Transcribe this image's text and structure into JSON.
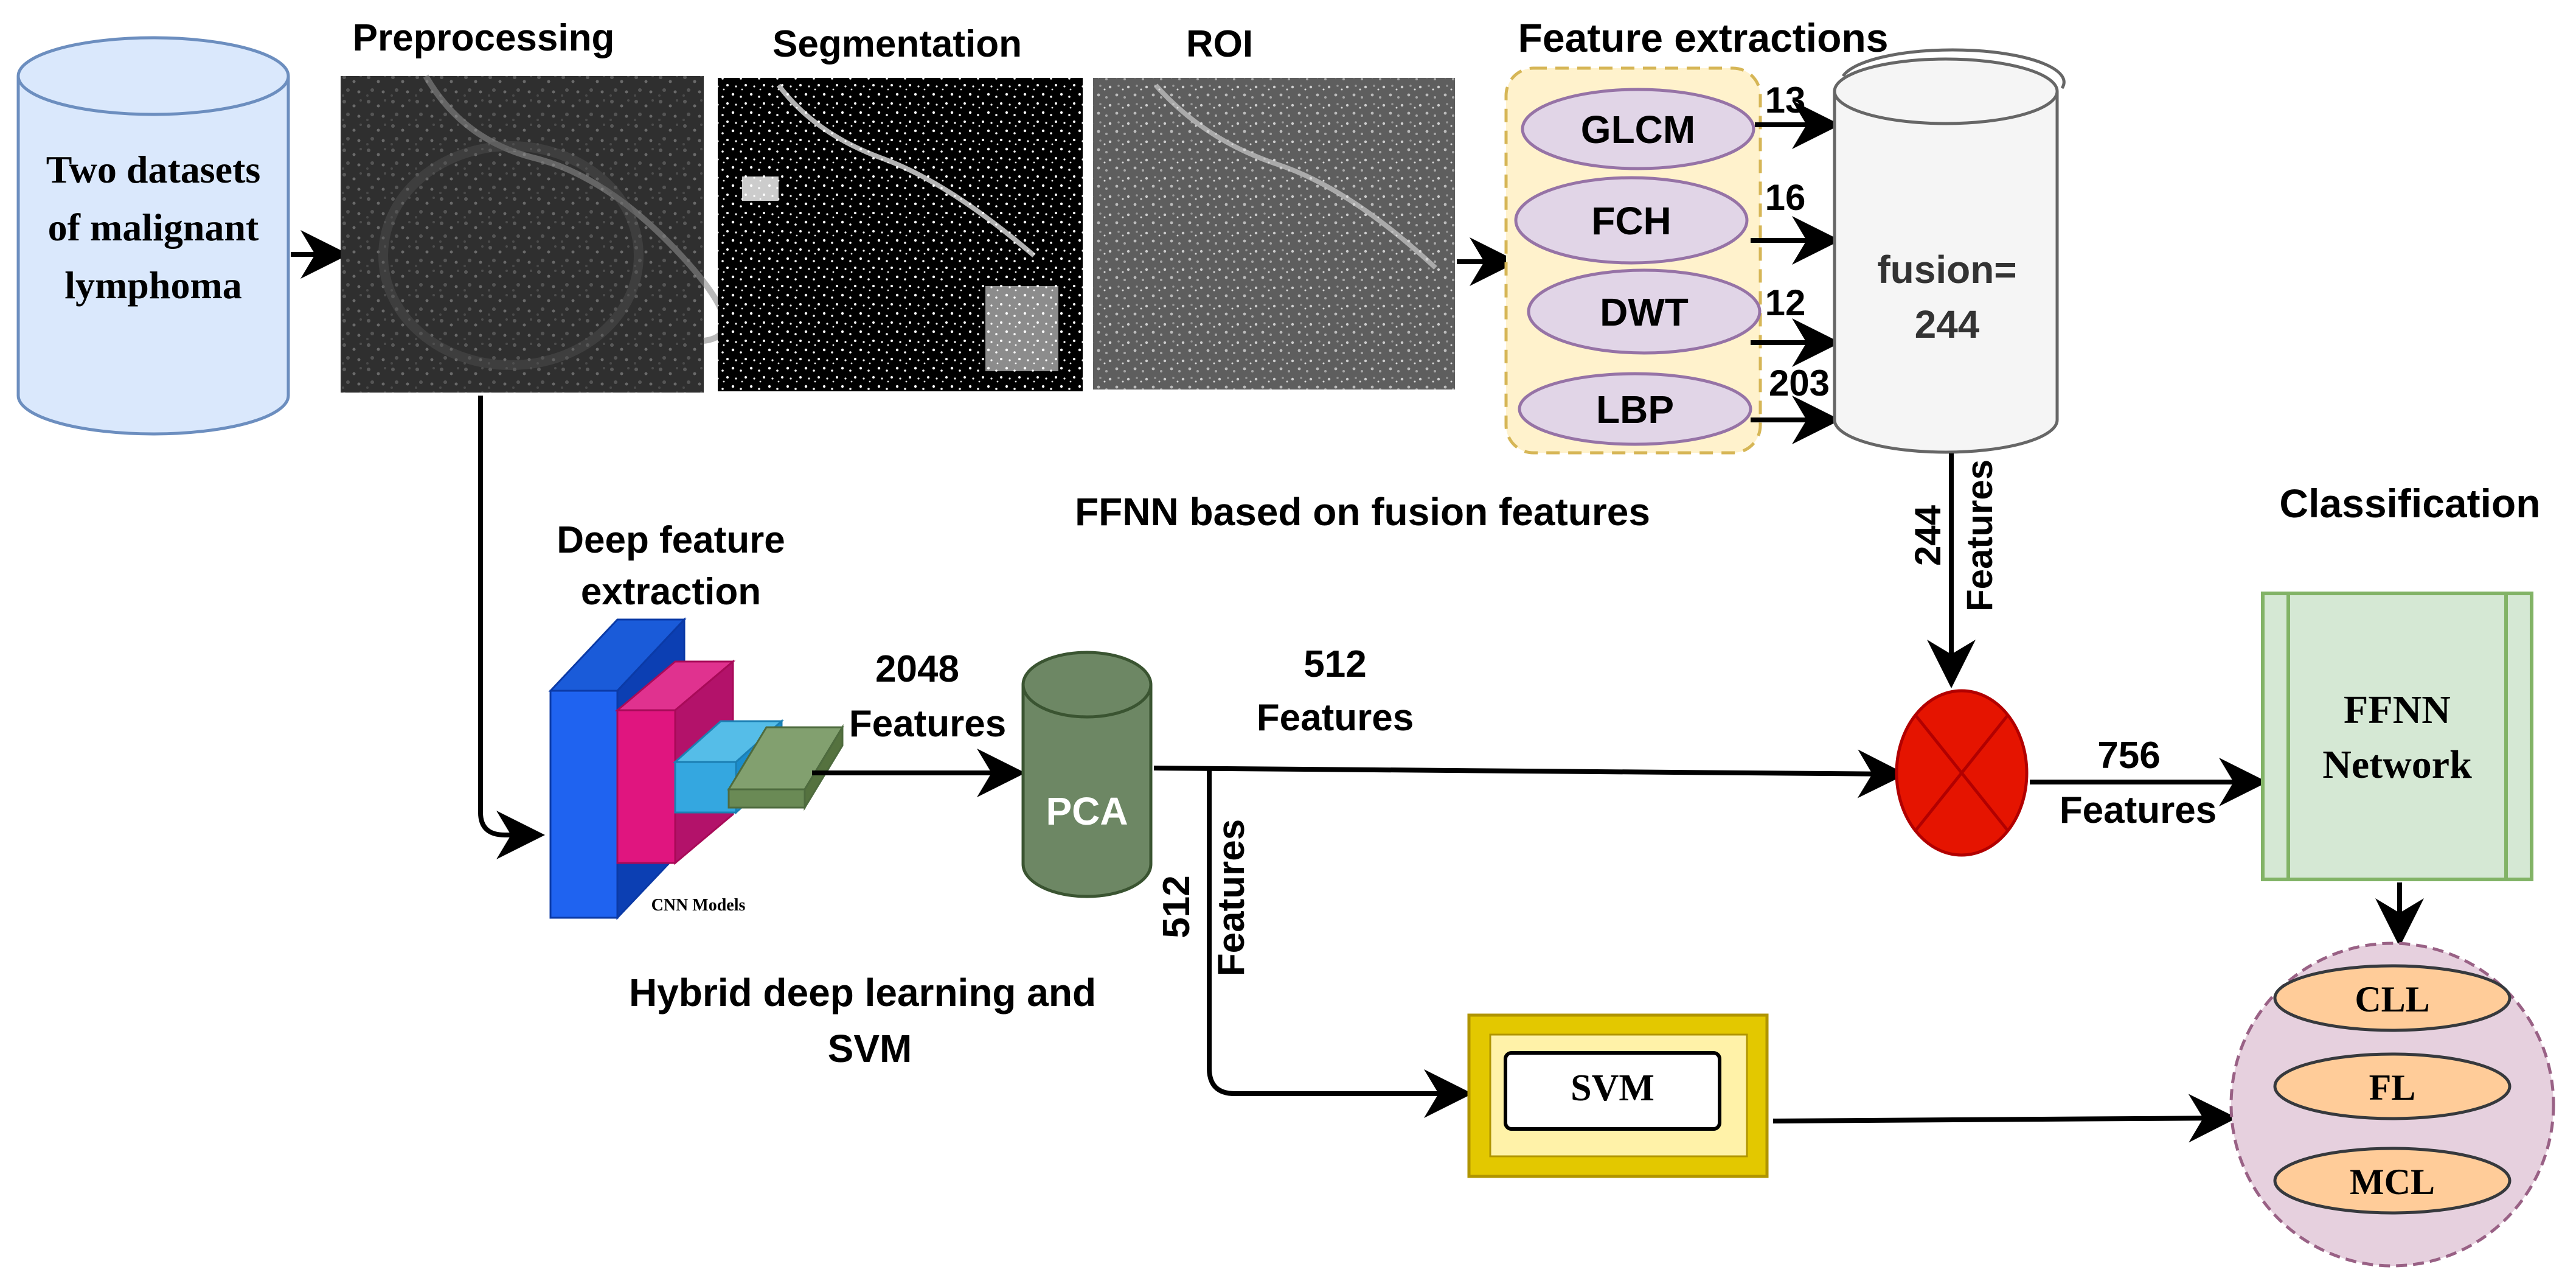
{
  "input": {
    "lines": [
      "Two datasets",
      "of malignant",
      "lymphoma"
    ]
  },
  "stages": {
    "preprocessing": "Preprocessing",
    "segmentation": "Segmentation",
    "roi": "ROI",
    "feature_extractions": "Feature extractions"
  },
  "handcrafted": {
    "methods": [
      {
        "name": "GLCM",
        "count": "13"
      },
      {
        "name": "FCH",
        "count": "16"
      },
      {
        "name": "DWT",
        "count": "12"
      },
      {
        "name": "LBP",
        "count": "203"
      }
    ],
    "fusion_lines": [
      "fusion=",
      "244"
    ],
    "fusion_out_count": "244",
    "fusion_out_unit": "Features"
  },
  "deep": {
    "title_lines": [
      "Deep feature",
      "extraction"
    ],
    "cnn_caption": "CNN Models",
    "cnn_out_count": "2048",
    "cnn_out_unit": "Features",
    "pca_label": "PCA",
    "pca_out_count": "512",
    "pca_out_unit": "Features",
    "pca_down_count": "512",
    "pca_down_unit": "Features"
  },
  "paths": {
    "ffnn_fusion_label": "FFNN based on fusion features",
    "hybrid_label_lines": [
      "Hybrid deep learning and",
      "SVM"
    ]
  },
  "combined": {
    "count": "756",
    "unit": "Features"
  },
  "classification": {
    "title": "Classification",
    "network_lines": [
      "FFNN",
      "Network"
    ],
    "svm_label": "SVM",
    "classes": [
      "CLL",
      "FL",
      "MCL"
    ]
  },
  "colors": {
    "input_fill": "#dae8fc",
    "input_stroke": "#6c8ebf",
    "feature_panel_fill": "#fff2cc",
    "feature_panel_stroke": "#d6b656",
    "ellipse_fill": "#e1d5e7",
    "ellipse_stroke": "#9673a6",
    "pca_fill": "#6d8764",
    "fusion_node_fill": "#e51400",
    "ffnn_fill": "#d5e8d4",
    "ffnn_stroke": "#82b366",
    "svm_frame_fill": "#e3c800",
    "classes_fill": "#e6d0de",
    "class_item_fill": "#ffcc99"
  }
}
